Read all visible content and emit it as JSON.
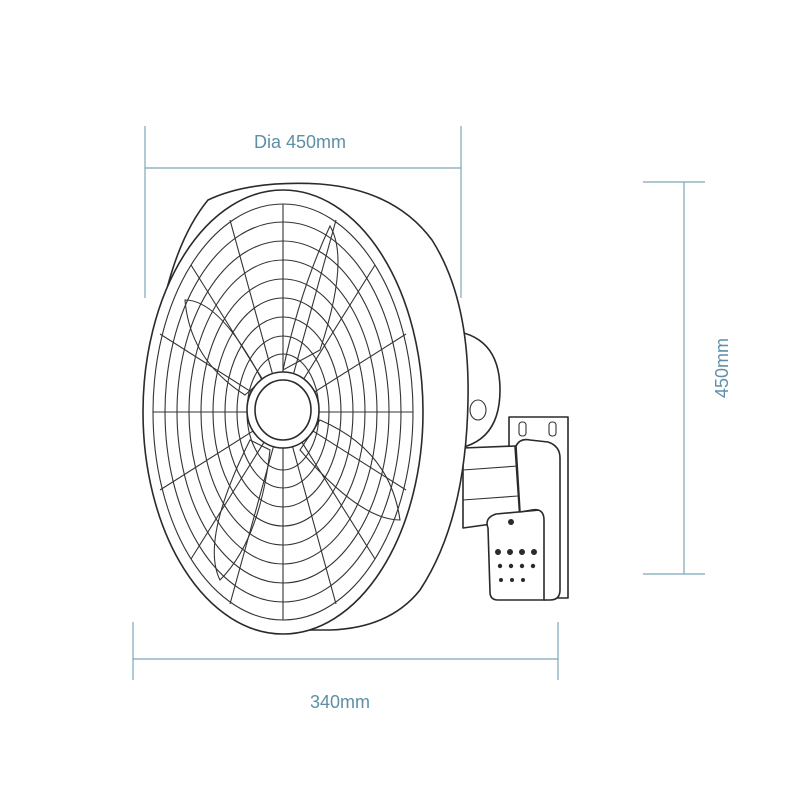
{
  "dimensions": {
    "diameter_label": "Dia 450mm",
    "height_label": "450mm",
    "depth_label": "340mm"
  },
  "colors": {
    "dimension": "#7ba6bb",
    "dimension_text": "#5e8fa6",
    "ink": "#2a2a2a"
  }
}
